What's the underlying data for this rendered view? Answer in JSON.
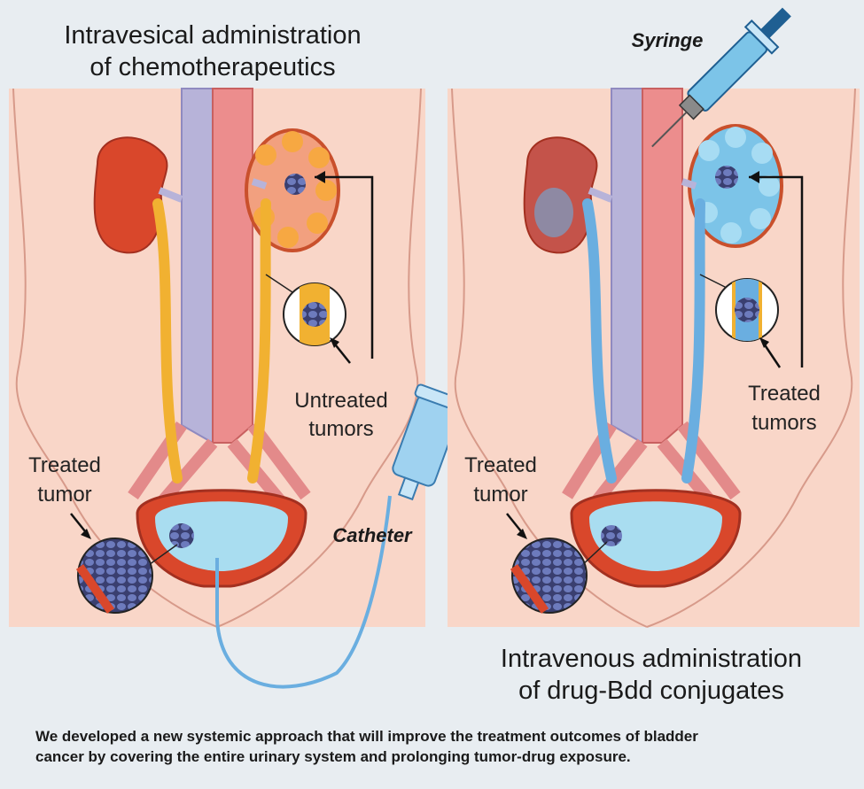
{
  "titles": {
    "left_line1": "Intravesical administration",
    "left_line2": "of chemotherapeutics",
    "right_line1": "Intravenous administration",
    "right_line2": "of drug-Bdd conjugates"
  },
  "labels": {
    "syringe": "Syringe",
    "catheter": "Catheter",
    "left_untreated_line1": "Untreated",
    "left_untreated_line2": "tumors",
    "left_treated_line1": "Treated",
    "left_treated_line2": "tumor",
    "right_treated_tumors_line1": "Treated",
    "right_treated_tumors_line2": "tumors",
    "right_treated_line1": "Treated",
    "right_treated_line2": "tumor"
  },
  "caption": {
    "line1": "We developed a new systemic approach that will improve the treatment outcomes of bladder",
    "line2": "cancer by covering the entire urinary system and prolonging tumor-drug exposure."
  },
  "colors": {
    "background": "#e8edf1",
    "skin": "#f9d6c8",
    "kidney": "#d9472b",
    "urine_yellow": "#f1b131",
    "drug_blue": "#6aaee0",
    "vein": "#b7b3d9",
    "artery": "#ec8d8d",
    "tumor": "#5a6aa8"
  }
}
